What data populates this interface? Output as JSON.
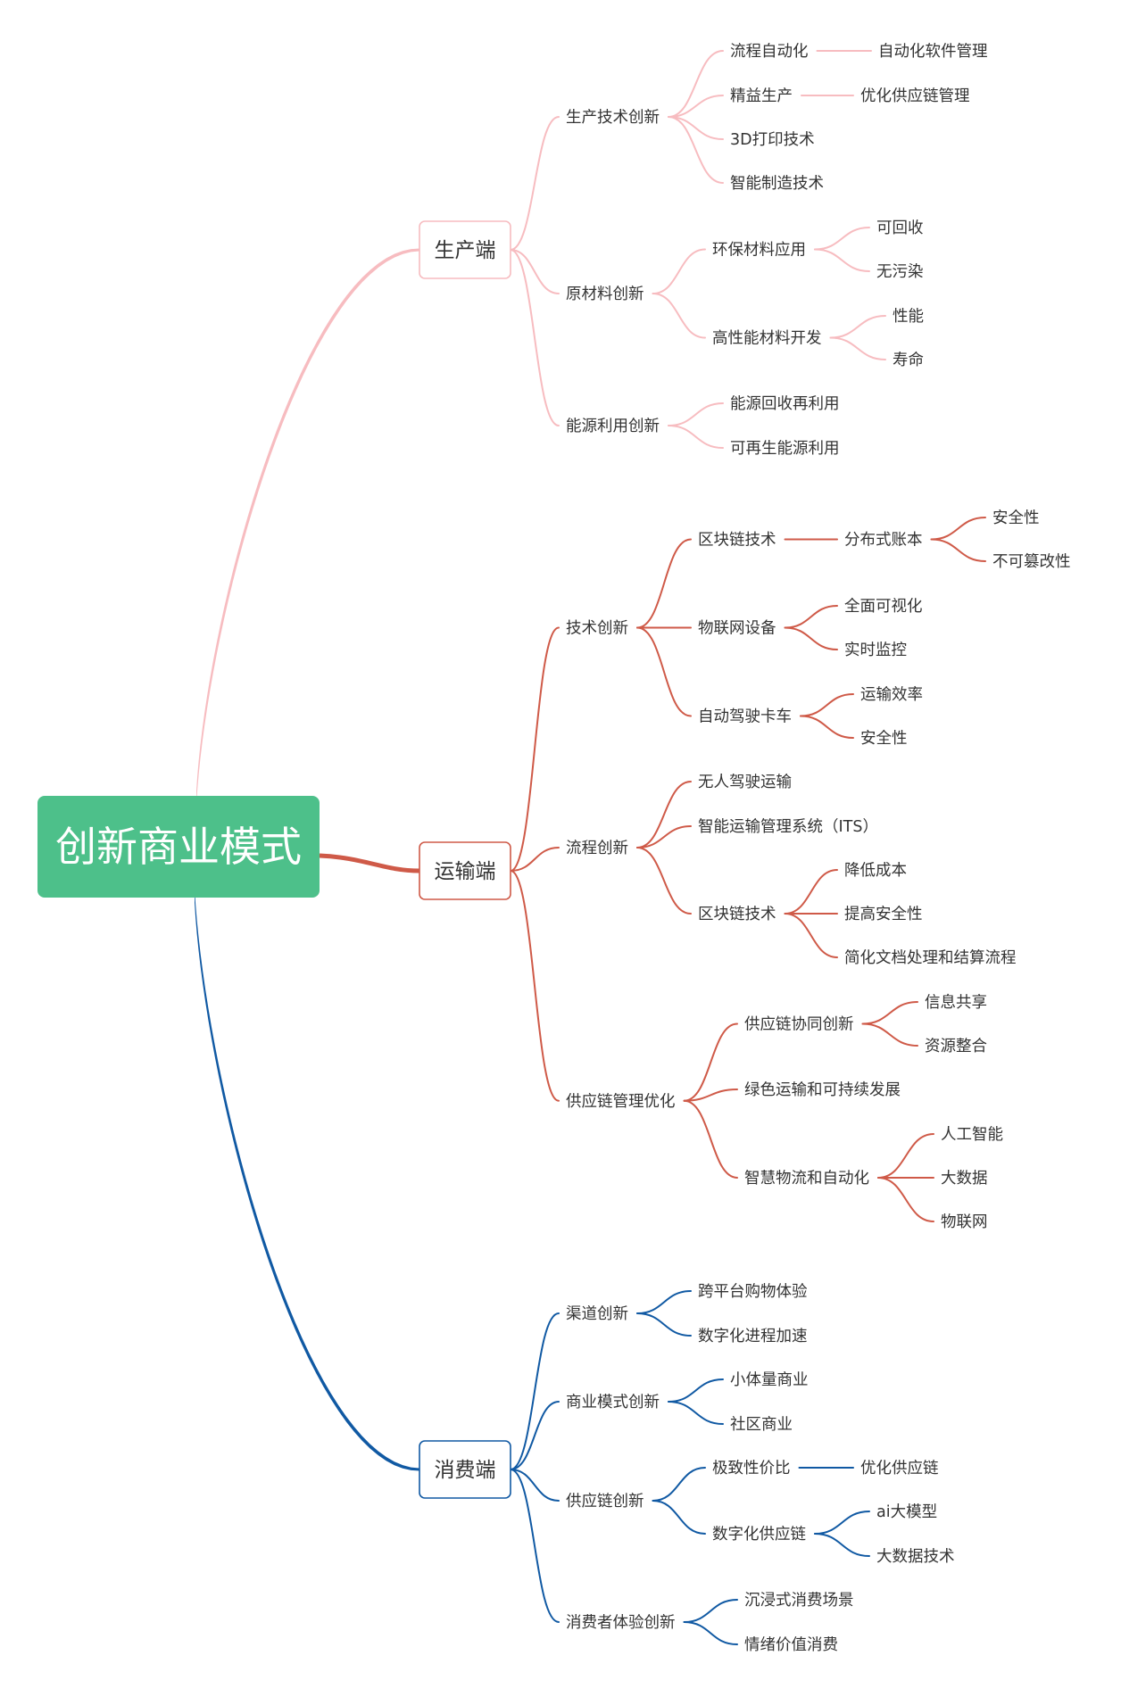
{
  "colors": {
    "root_bg": "#4dc08a",
    "root_text": "#ffffff",
    "production": "#f7bcc0",
    "transport": "#cf5a48",
    "consumer": "#1059a3",
    "text": "#333333"
  },
  "root": {
    "label": "创新商业模式"
  },
  "branches": [
    {
      "label": "生产端",
      "color_key": "production",
      "children": [
        {
          "label": "生产技术创新",
          "children": [
            {
              "label": "流程自动化",
              "children": [
                {
                  "label": "自动化软件管理"
                }
              ]
            },
            {
              "label": "精益生产",
              "children": [
                {
                  "label": "优化供应链管理"
                }
              ]
            },
            {
              "label": "3D打印技术"
            },
            {
              "label": "智能制造技术"
            }
          ]
        },
        {
          "label": "原材料创新",
          "children": [
            {
              "label": "环保材料应用",
              "children": [
                {
                  "label": "可回收"
                },
                {
                  "label": "无污染"
                }
              ]
            },
            {
              "label": "高性能材料开发",
              "children": [
                {
                  "label": "性能"
                },
                {
                  "label": "寿命"
                }
              ]
            }
          ]
        },
        {
          "label": "能源利用创新",
          "children": [
            {
              "label": "能源回收再利用"
            },
            {
              "label": "可再生能源利用"
            }
          ]
        }
      ]
    },
    {
      "label": "运输端",
      "color_key": "transport",
      "children": [
        {
          "label": "技术创新",
          "children": [
            {
              "label": "区块链技术",
              "children": [
                {
                  "label": "分布式账本",
                  "children": [
                    {
                      "label": "安全性"
                    },
                    {
                      "label": "不可篡改性"
                    }
                  ]
                }
              ]
            },
            {
              "label": "物联网设备",
              "children": [
                {
                  "label": "全面可视化"
                },
                {
                  "label": "实时监控"
                }
              ]
            },
            {
              "label": "自动驾驶卡车",
              "children": [
                {
                  "label": "运输效率"
                },
                {
                  "label": "安全性"
                }
              ]
            }
          ]
        },
        {
          "label": "流程创新",
          "children": [
            {
              "label": "无人驾驶运输"
            },
            {
              "label": "智能运输管理系统（ITS）"
            },
            {
              "label": "区块链技术",
              "children": [
                {
                  "label": "降低成本"
                },
                {
                  "label": "提高安全性"
                },
                {
                  "label": "简化文档处理和结算流程"
                }
              ]
            }
          ]
        },
        {
          "label": "供应链管理优化",
          "children": [
            {
              "label": "供应链协同创新",
              "children": [
                {
                  "label": "信息共享"
                },
                {
                  "label": "资源整合"
                }
              ]
            },
            {
              "label": "绿色运输和可持续发展"
            },
            {
              "label": "智慧物流和自动化",
              "children": [
                {
                  "label": "人工智能"
                },
                {
                  "label": "大数据"
                },
                {
                  "label": "物联网"
                }
              ]
            }
          ]
        }
      ]
    },
    {
      "label": "消费端",
      "color_key": "consumer",
      "children": [
        {
          "label": "渠道创新",
          "children": [
            {
              "label": "跨平台购物体验"
            },
            {
              "label": "数字化进程加速"
            }
          ]
        },
        {
          "label": "商业模式创新",
          "children": [
            {
              "label": "小体量商业"
            },
            {
              "label": "社区商业"
            }
          ]
        },
        {
          "label": "供应链创新",
          "children": [
            {
              "label": "极致性价比",
              "children": [
                {
                  "label": "优化供应链"
                }
              ]
            },
            {
              "label": "数字化供应链",
              "children": [
                {
                  "label": "ai大模型"
                },
                {
                  "label": "大数据技术"
                }
              ]
            }
          ]
        },
        {
          "label": "消费者体验创新",
          "children": [
            {
              "label": "沉浸式消费场景"
            },
            {
              "label": "情绪价值消费"
            }
          ]
        }
      ]
    }
  ]
}
